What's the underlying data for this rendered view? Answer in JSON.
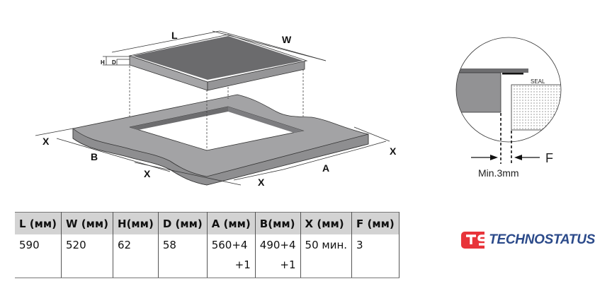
{
  "diagram": {
    "labels": {
      "L": "L",
      "W": "W",
      "H": "H",
      "D": "D",
      "A": "A",
      "B": "B",
      "X": "X",
      "F": "F",
      "seal": "SEAL",
      "min_gap": "Min.3mm"
    }
  },
  "table": {
    "headers": [
      "L (мм)",
      "W (мм)",
      "H(мм)",
      "D (мм)",
      "A (мм)",
      "B(мм)",
      "X (мм)",
      "F (мм)"
    ],
    "row": [
      {
        "line1": "590",
        "line2": ""
      },
      {
        "line1": "520",
        "line2": ""
      },
      {
        "line1": "62",
        "line2": ""
      },
      {
        "line1": "58",
        "line2": ""
      },
      {
        "line1": "560+4",
        "line2": "+1"
      },
      {
        "line1": "490+4",
        "line2": "+1"
      },
      {
        "line1": "50 мин.",
        "line2": ""
      },
      {
        "line1": "3",
        "line2": ""
      }
    ]
  },
  "logo": {
    "text": "TECHNOSTATUS",
    "mark": "TS",
    "color": "#e8343a",
    "text_color": "#2b4a8a"
  }
}
